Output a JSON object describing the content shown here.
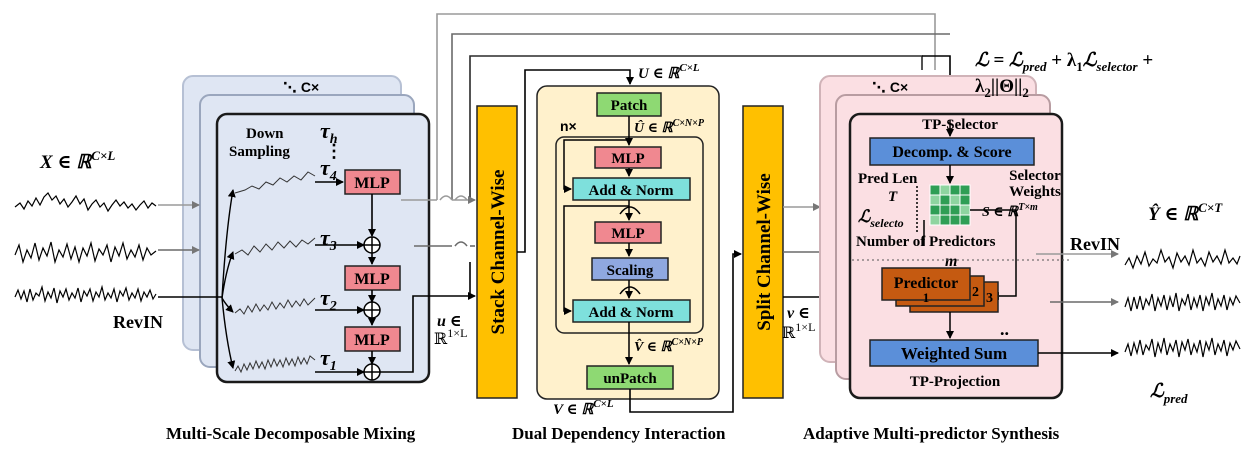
{
  "colors": {
    "mixing_panel": "#dfe6f3",
    "mixing_border": "#1a1a1a",
    "mlp_box": "#f08890",
    "stack_bar": "#ffc000",
    "dual_panel": "#fff1cc",
    "patch_box": "#8ed973",
    "addnorm_box": "#7ee0dc",
    "scaling_box": "#8fa8e0",
    "synth_panel": "#fbdfe3",
    "predictor_box": "#c55a11",
    "selector_box": "#5b8fd9",
    "weights_green": "#2f9e55"
  },
  "mixing": {
    "input_label": "X ∈ ℝ",
    "input_sup": "C×L",
    "c_times": "⋱ C×",
    "down_sampling_1": "Down",
    "down_sampling_2": "Sampling",
    "tau_h": "τ",
    "tau_h_sub": "h",
    "tau_4": "τ",
    "tau_4_sub": "4",
    "tau_3": "τ",
    "tau_3_sub": "3",
    "tau_2": "τ",
    "tau_2_sub": "2",
    "tau_1": "τ",
    "tau_1_sub": "1",
    "dots": "⋮",
    "mlp": "MLP",
    "revin_in": "RevIN",
    "u_label_1": "u ∈",
    "u_label_2": "ℝ",
    "u_sup": "1×L",
    "caption": "Multi-Scale Decomposable Mixing"
  },
  "stack": {
    "label": "Stack Channel-Wise"
  },
  "dual": {
    "U_label": "U ∈ ℝ",
    "U_sup": "C×L",
    "patch": "Patch",
    "n_times": "n×",
    "Uhat_label": "Û ∈ ℝ",
    "Uhat_sup": "C×N×P",
    "mlp": "MLP",
    "add_norm": "Add & Norm",
    "scaling": "Scaling",
    "Vhat_label": "V̂ ∈ ℝ",
    "Vhat_sup": "C×N×P",
    "unpatch": "unPatch",
    "V_label": "V ∈ ℝ",
    "V_sup": "C×L",
    "caption": "Dual Dependency Interaction"
  },
  "split": {
    "label": "Split Channel-Wise",
    "v_label_1": "v ∈",
    "v_label_2": "ℝ",
    "v_sup": "1×L"
  },
  "synth": {
    "loss_line1": "ℒ = ℒ",
    "loss_pred_sub": "pred",
    "loss_plus1": " + λ",
    "loss_l1_sub": "1",
    "loss_sel": "ℒ",
    "loss_sel_sub": "selector",
    "loss_plus2": " +",
    "loss_line2": "λ",
    "loss_l2_sub": "2",
    "loss_theta": "||Θ||",
    "loss_theta_sub": "2",
    "c_times": "⋱ C×",
    "tp_selector": "TP-Selector",
    "decomp_score": "Decomp. & Score",
    "pred_len": "Pred Len",
    "T": "T",
    "selector_weights_1": "Selector",
    "selector_weights_2": "Weights",
    "L_selector": "ℒ",
    "L_selector_sub": "selecto",
    "S_label": "S ∈ ℝ",
    "S_sup": "T×m",
    "num_predictors": "Number of Predictors",
    "m": "m",
    "predictor": "Predictor",
    "pred_1": "1",
    "pred_2": "2",
    "pred_3": "3",
    "dots": "..",
    "weighted_sum": "Weighted Sum",
    "tp_projection": "TP-Projection",
    "caption": "Adaptive Multi-predictor Synthesis"
  },
  "output": {
    "Y_label": "Ŷ ∈ ℝ",
    "Y_sup": "C×T",
    "revin_out": "RevIN",
    "L_pred": "ℒ",
    "L_pred_sub": "pred"
  }
}
